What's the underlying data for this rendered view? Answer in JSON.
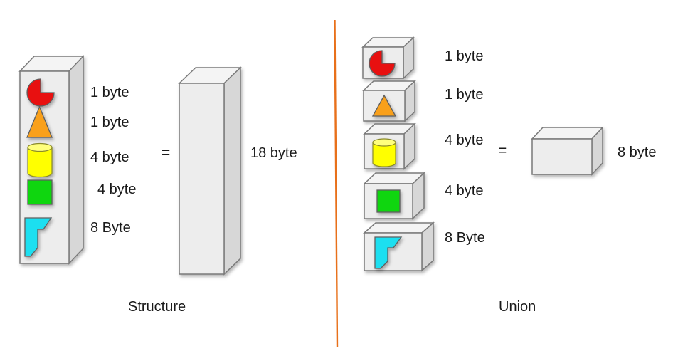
{
  "colors": {
    "red": "#e81010",
    "orange": "#f9a01b",
    "yellow": "#ffff00",
    "yellow_light": "#ffff7d",
    "green": "#0fd60f",
    "cyan": "#1cdff0",
    "divider": "#e8701a"
  },
  "structure": {
    "caption": "Structure",
    "equals": "=",
    "total_label": "18 byte",
    "members": [
      {
        "shape": "pacman",
        "size_label": "1 byte"
      },
      {
        "shape": "triangle",
        "size_label": "1 byte"
      },
      {
        "shape": "cylinder",
        "size_label": "4 byte"
      },
      {
        "shape": "square",
        "size_label": "4 byte"
      },
      {
        "shape": "arrow",
        "size_label": "8 Byte"
      }
    ]
  },
  "union": {
    "caption": "Union",
    "equals": "=",
    "total_label": "8 byte",
    "members": [
      {
        "shape": "pacman",
        "size_label": "1 byte"
      },
      {
        "shape": "triangle",
        "size_label": "1 byte"
      },
      {
        "shape": "cylinder",
        "size_label": "4 byte"
      },
      {
        "shape": "square",
        "size_label": "4 byte"
      },
      {
        "shape": "arrow",
        "size_label": "8 Byte"
      }
    ]
  }
}
